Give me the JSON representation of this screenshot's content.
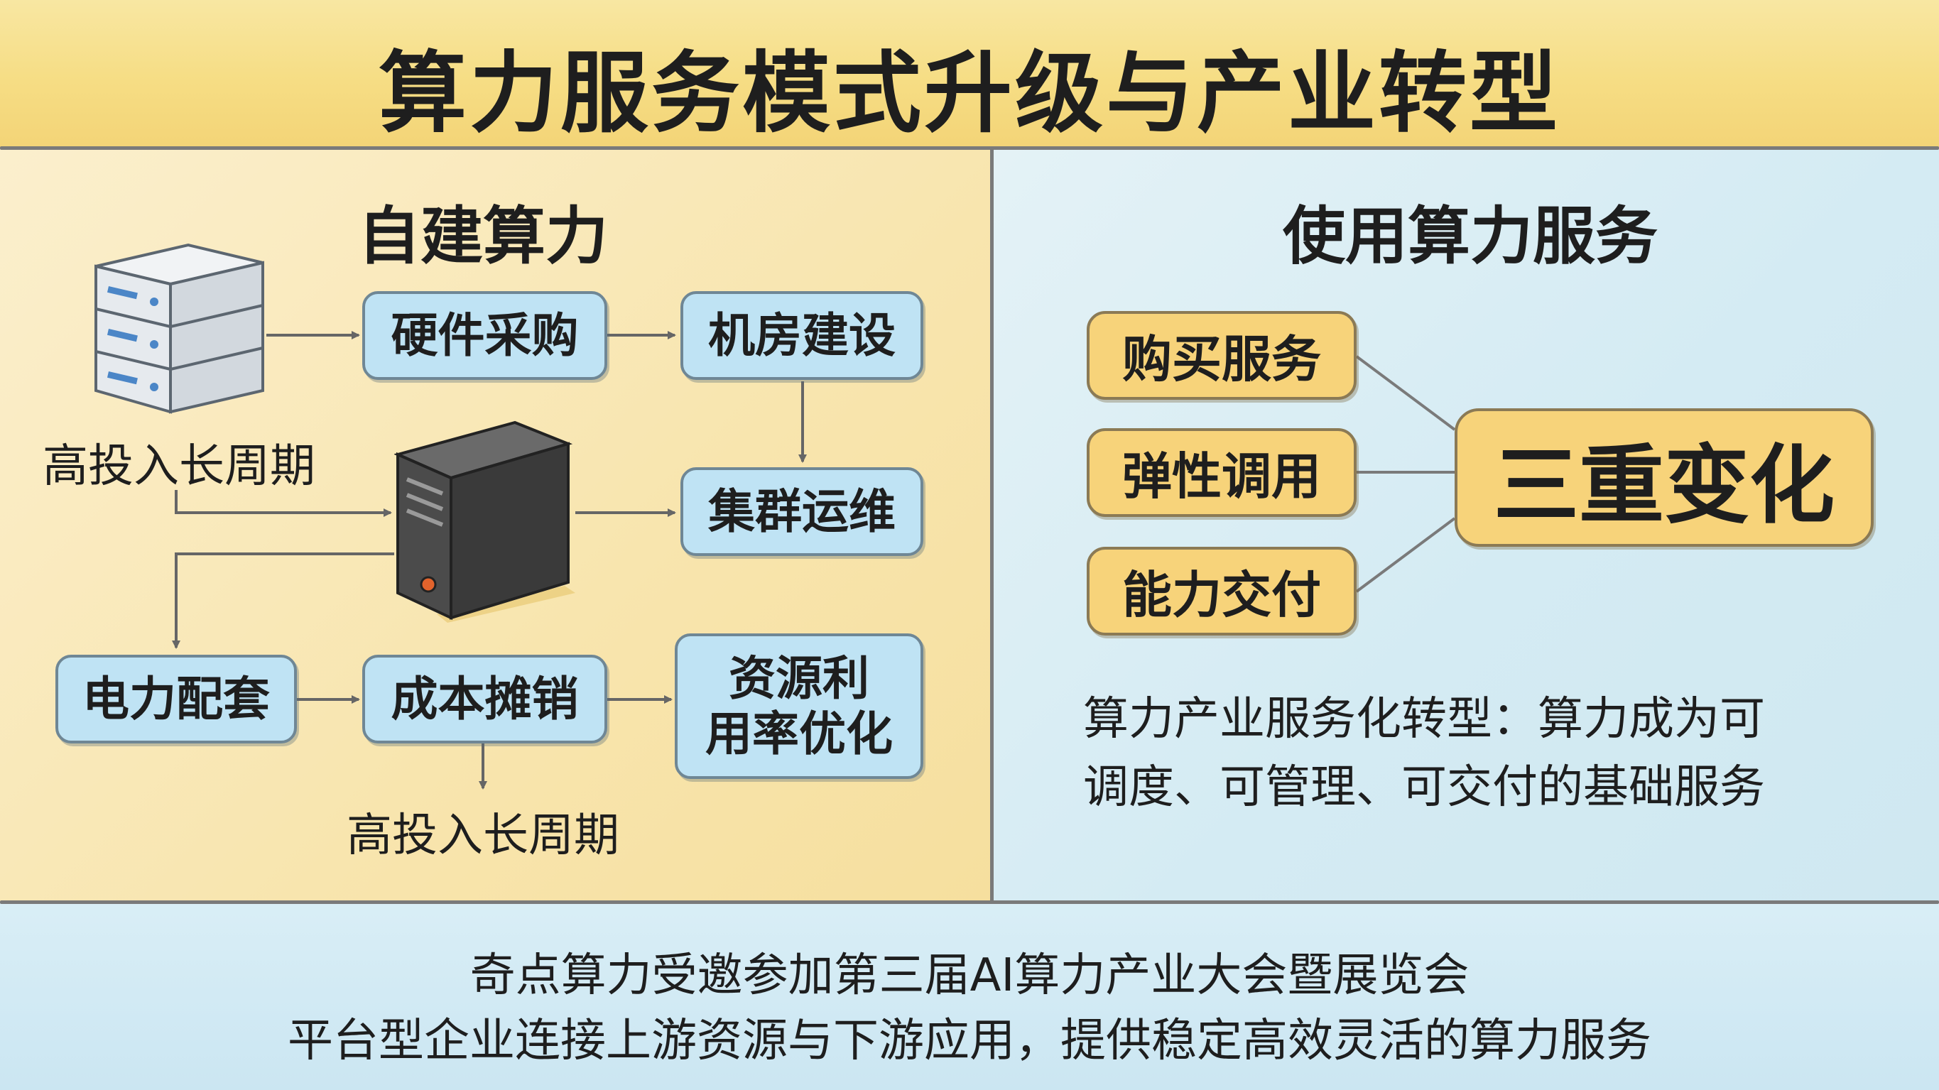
{
  "title": "算力服务模式升级与产业转型",
  "left": {
    "heading": "自建算力",
    "boxes": {
      "hardware": "硬件采购",
      "room": "机房建设",
      "cluster": "集群运维",
      "power": "电力配套",
      "cost": "成本摊销",
      "resource_line1": "资源利",
      "resource_line2": "用率优化"
    },
    "note_top": "高投入长周期",
    "note_bottom": "高投入长周期"
  },
  "right": {
    "heading": "使用算力服务",
    "options": [
      "购买服务",
      "弹性调用",
      "能力交付"
    ],
    "center": "三重变化",
    "summary_line1": "算力产业服务化转型：算力成为可",
    "summary_line2": "调度、可管理、可交付的基础服务"
  },
  "footer": {
    "line1": "奇点算力受邀参加第三届AI算力产业大会暨展览会",
    "line2": "平台型企业连接上游资源与下游应用，提供稳定高效灵活的算力服务"
  },
  "colors": {
    "title_band": "#f6dd84",
    "left_panel": "#f8e5ae",
    "right_panel": "#d4ebf3",
    "blue_box": "#bfe3f4",
    "yellow_box": "#f7d37a",
    "divider": "#7a7a7a"
  },
  "icons": [
    "server-rack-icon",
    "server-tower-icon"
  ]
}
